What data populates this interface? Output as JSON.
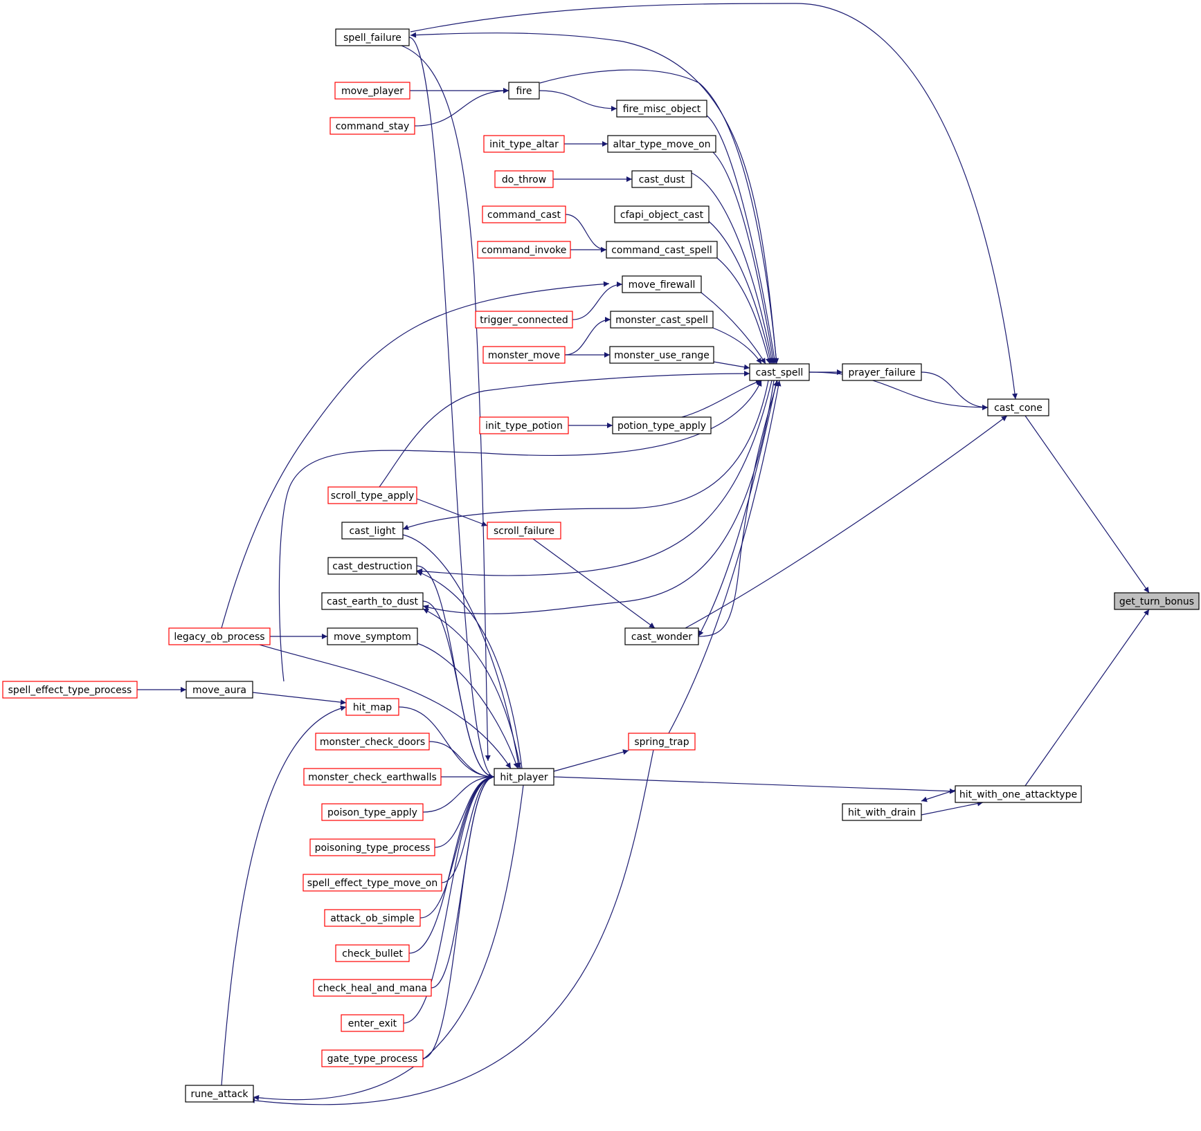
{
  "colors": {
    "edge": "#191970",
    "node_border_linked": "#000000",
    "node_border_truncated": "#ff0000",
    "node_fill": "#ffffff",
    "root_fill": "#bfbfbf"
  },
  "nodes": {
    "get_turn_bonus": {
      "label": "get_turn_bonus",
      "style": "root"
    },
    "cast_cone": {
      "label": "cast_cone",
      "style": "black"
    },
    "hit_with_one_attacktype": {
      "label": "hit_with_one_attacktype",
      "style": "black"
    },
    "hit_with_drain": {
      "label": "hit_with_drain",
      "style": "black"
    },
    "prayer_failure": {
      "label": "prayer_failure",
      "style": "black"
    },
    "cast_spell": {
      "label": "cast_spell",
      "style": "black"
    },
    "cast_wonder": {
      "label": "cast_wonder",
      "style": "black"
    },
    "spring_trap": {
      "label": "spring_trap",
      "style": "red"
    },
    "hit_player": {
      "label": "hit_player",
      "style": "black"
    },
    "spell_failure": {
      "label": "spell_failure",
      "style": "black"
    },
    "fire": {
      "label": "fire",
      "style": "black"
    },
    "move_player": {
      "label": "move_player",
      "style": "red"
    },
    "command_stay": {
      "label": "command_stay",
      "style": "red"
    },
    "fire_misc_object": {
      "label": "fire_misc_object",
      "style": "black"
    },
    "altar_type_move_on": {
      "label": "altar_type_move_on",
      "style": "black"
    },
    "init_type_altar": {
      "label": "init_type_altar",
      "style": "red"
    },
    "cast_dust": {
      "label": "cast_dust",
      "style": "black"
    },
    "do_throw": {
      "label": "do_throw",
      "style": "red"
    },
    "cfapi_object_cast": {
      "label": "cfapi_object_cast",
      "style": "black"
    },
    "command_cast": {
      "label": "command_cast",
      "style": "red"
    },
    "command_cast_spell": {
      "label": "command_cast_spell",
      "style": "black"
    },
    "command_invoke": {
      "label": "command_invoke",
      "style": "red"
    },
    "move_firewall": {
      "label": "move_firewall",
      "style": "black"
    },
    "trigger_connected": {
      "label": "trigger_connected",
      "style": "red"
    },
    "monster_cast_spell": {
      "label": "monster_cast_spell",
      "style": "black"
    },
    "monster_move": {
      "label": "monster_move",
      "style": "red"
    },
    "monster_use_range": {
      "label": "monster_use_range",
      "style": "black"
    },
    "potion_type_apply": {
      "label": "potion_type_apply",
      "style": "black"
    },
    "init_type_potion": {
      "label": "init_type_potion",
      "style": "red"
    },
    "scroll_type_apply": {
      "label": "scroll_type_apply",
      "style": "red"
    },
    "scroll_failure": {
      "label": "scroll_failure",
      "style": "red"
    },
    "cast_light": {
      "label": "cast_light",
      "style": "black"
    },
    "cast_destruction": {
      "label": "cast_destruction",
      "style": "black"
    },
    "cast_earth_to_dust": {
      "label": "cast_earth_to_dust",
      "style": "black"
    },
    "legacy_ob_process": {
      "label": "legacy_ob_process",
      "style": "red"
    },
    "move_symptom": {
      "label": "move_symptom",
      "style": "black"
    },
    "spell_effect_type_process": {
      "label": "spell_effect_type_process",
      "style": "red"
    },
    "move_aura": {
      "label": "move_aura",
      "style": "black"
    },
    "hit_map": {
      "label": "hit_map",
      "style": "red"
    },
    "monster_check_doors": {
      "label": "monster_check_doors",
      "style": "red"
    },
    "monster_check_earthwalls": {
      "label": "monster_check_earthwalls",
      "style": "red"
    },
    "poison_type_apply": {
      "label": "poison_type_apply",
      "style": "red"
    },
    "poisoning_type_process": {
      "label": "poisoning_type_process",
      "style": "red"
    },
    "spell_effect_type_move_on": {
      "label": "spell_effect_type_move_on",
      "style": "red"
    },
    "attack_ob_simple": {
      "label": "attack_ob_simple",
      "style": "red"
    },
    "check_bullet": {
      "label": "check_bullet",
      "style": "red"
    },
    "check_heal_and_mana": {
      "label": "check_heal_and_mana",
      "style": "red"
    },
    "enter_exit": {
      "label": "enter_exit",
      "style": "red"
    },
    "gate_type_process": {
      "label": "gate_type_process",
      "style": "red"
    },
    "rune_attack": {
      "label": "rune_attack",
      "style": "black"
    }
  },
  "edges": [
    [
      "cast_cone",
      "get_turn_bonus"
    ],
    [
      "hit_with_one_attacktype",
      "get_turn_bonus"
    ],
    [
      "prayer_failure",
      "cast_cone"
    ],
    [
      "cast_spell",
      "cast_cone"
    ],
    [
      "cast_wonder",
      "cast_cone"
    ],
    [
      "spell_failure",
      "cast_cone"
    ],
    [
      "cast_spell",
      "prayer_failure"
    ],
    [
      "hit_player",
      "hit_with_one_attacktype"
    ],
    [
      "hit_with_drain",
      "hit_with_one_attacktype"
    ],
    [
      "hit_with_one_attacktype",
      "hit_with_drain"
    ],
    [
      "fire",
      "cast_spell"
    ],
    [
      "fire_misc_object",
      "cast_spell"
    ],
    [
      "altar_type_move_on",
      "cast_spell"
    ],
    [
      "cast_dust",
      "cast_spell"
    ],
    [
      "cfapi_object_cast",
      "cast_spell"
    ],
    [
      "command_cast_spell",
      "cast_spell"
    ],
    [
      "move_firewall",
      "cast_spell"
    ],
    [
      "monster_cast_spell",
      "cast_spell"
    ],
    [
      "monster_use_range",
      "cast_spell"
    ],
    [
      "potion_type_apply",
      "cast_spell"
    ],
    [
      "scroll_type_apply",
      "cast_spell"
    ],
    [
      "move_aura",
      "cast_spell"
    ],
    [
      "cast_wonder",
      "cast_spell"
    ],
    [
      "spring_trap",
      "cast_spell"
    ],
    [
      "spell_failure",
      "cast_spell"
    ],
    [
      "cast_spell",
      "spell_failure"
    ],
    [
      "cast_spell",
      "cast_light"
    ],
    [
      "cast_spell",
      "cast_destruction"
    ],
    [
      "cast_spell",
      "cast_earth_to_dust"
    ],
    [
      "cast_spell",
      "cast_wonder"
    ],
    [
      "scroll_failure",
      "cast_wonder"
    ],
    [
      "move_player",
      "fire"
    ],
    [
      "command_stay",
      "fire"
    ],
    [
      "fire",
      "fire_misc_object"
    ],
    [
      "init_type_altar",
      "altar_type_move_on"
    ],
    [
      "do_throw",
      "cast_dust"
    ],
    [
      "command_cast",
      "command_cast_spell"
    ],
    [
      "command_invoke",
      "command_cast_spell"
    ],
    [
      "legacy_ob_process",
      "move_firewall"
    ],
    [
      "trigger_connected",
      "move_firewall"
    ],
    [
      "monster_move",
      "monster_cast_spell"
    ],
    [
      "monster_move",
      "monster_use_range"
    ],
    [
      "init_type_potion",
      "potion_type_apply"
    ],
    [
      "scroll_type_apply",
      "scroll_failure"
    ],
    [
      "legacy_ob_process",
      "move_symptom"
    ],
    [
      "spell_effect_type_process",
      "move_aura"
    ],
    [
      "move_aura",
      "hit_map"
    ],
    [
      "rune_attack",
      "hit_map"
    ],
    [
      "hit_player",
      "spring_trap"
    ],
    [
      "spring_trap",
      "rune_attack"
    ],
    [
      "spell_failure",
      "hit_player"
    ],
    [
      "cast_light",
      "hit_player"
    ],
    [
      "cast_destruction",
      "hit_player"
    ],
    [
      "cast_earth_to_dust",
      "hit_player"
    ],
    [
      "hit_player",
      "cast_earth_to_dust"
    ],
    [
      "hit_player",
      "cast_destruction"
    ],
    [
      "move_symptom",
      "hit_player"
    ],
    [
      "legacy_ob_process",
      "hit_player"
    ],
    [
      "hit_map",
      "hit_player"
    ],
    [
      "monster_check_doors",
      "hit_player"
    ],
    [
      "monster_check_earthwalls",
      "hit_player"
    ],
    [
      "poison_type_apply",
      "hit_player"
    ],
    [
      "poisoning_type_process",
      "hit_player"
    ],
    [
      "spell_effect_type_move_on",
      "hit_player"
    ],
    [
      "attack_ob_simple",
      "hit_player"
    ],
    [
      "check_bullet",
      "hit_player"
    ],
    [
      "check_heal_and_mana",
      "hit_player"
    ],
    [
      "enter_exit",
      "hit_player"
    ],
    [
      "gate_type_process",
      "hit_player"
    ],
    [
      "hit_player",
      "rune_attack"
    ]
  ]
}
